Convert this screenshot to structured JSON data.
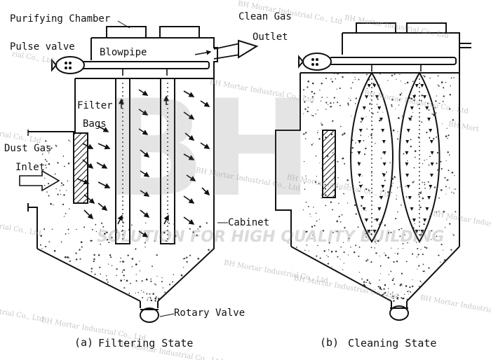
{
  "labels": {
    "purifying_chamber": "Purifying Chamber",
    "clean_gas": "Clean Gas",
    "outlet": "Outlet",
    "pulse_valve": "Pulse valve",
    "blowpipe": "Blowpipe",
    "filter": "Filter",
    "bags": "Bags",
    "dust_gas": "Dust Gas",
    "inlet": "Inlet",
    "cabinet": "Cabinet",
    "rotary_valve": "Rotary Valve"
  },
  "captions": {
    "a_marker": "(a)",
    "a_text": "Filtering State",
    "b_marker": "(b)",
    "b_text": "Cleaning State"
  },
  "watermark": {
    "logo": "BH",
    "slogan": "SOLUTION FOR HIGH QUALITY BUILDING",
    "company": "BH Mortar Industrial Co., Ltd",
    "company_short": "rial Co., Ltd",
    "company_fragment": "BH Mortar Industr",
    "company_edge": "trial Co., Ltd",
    "company_tiny": "BH Mort"
  }
}
